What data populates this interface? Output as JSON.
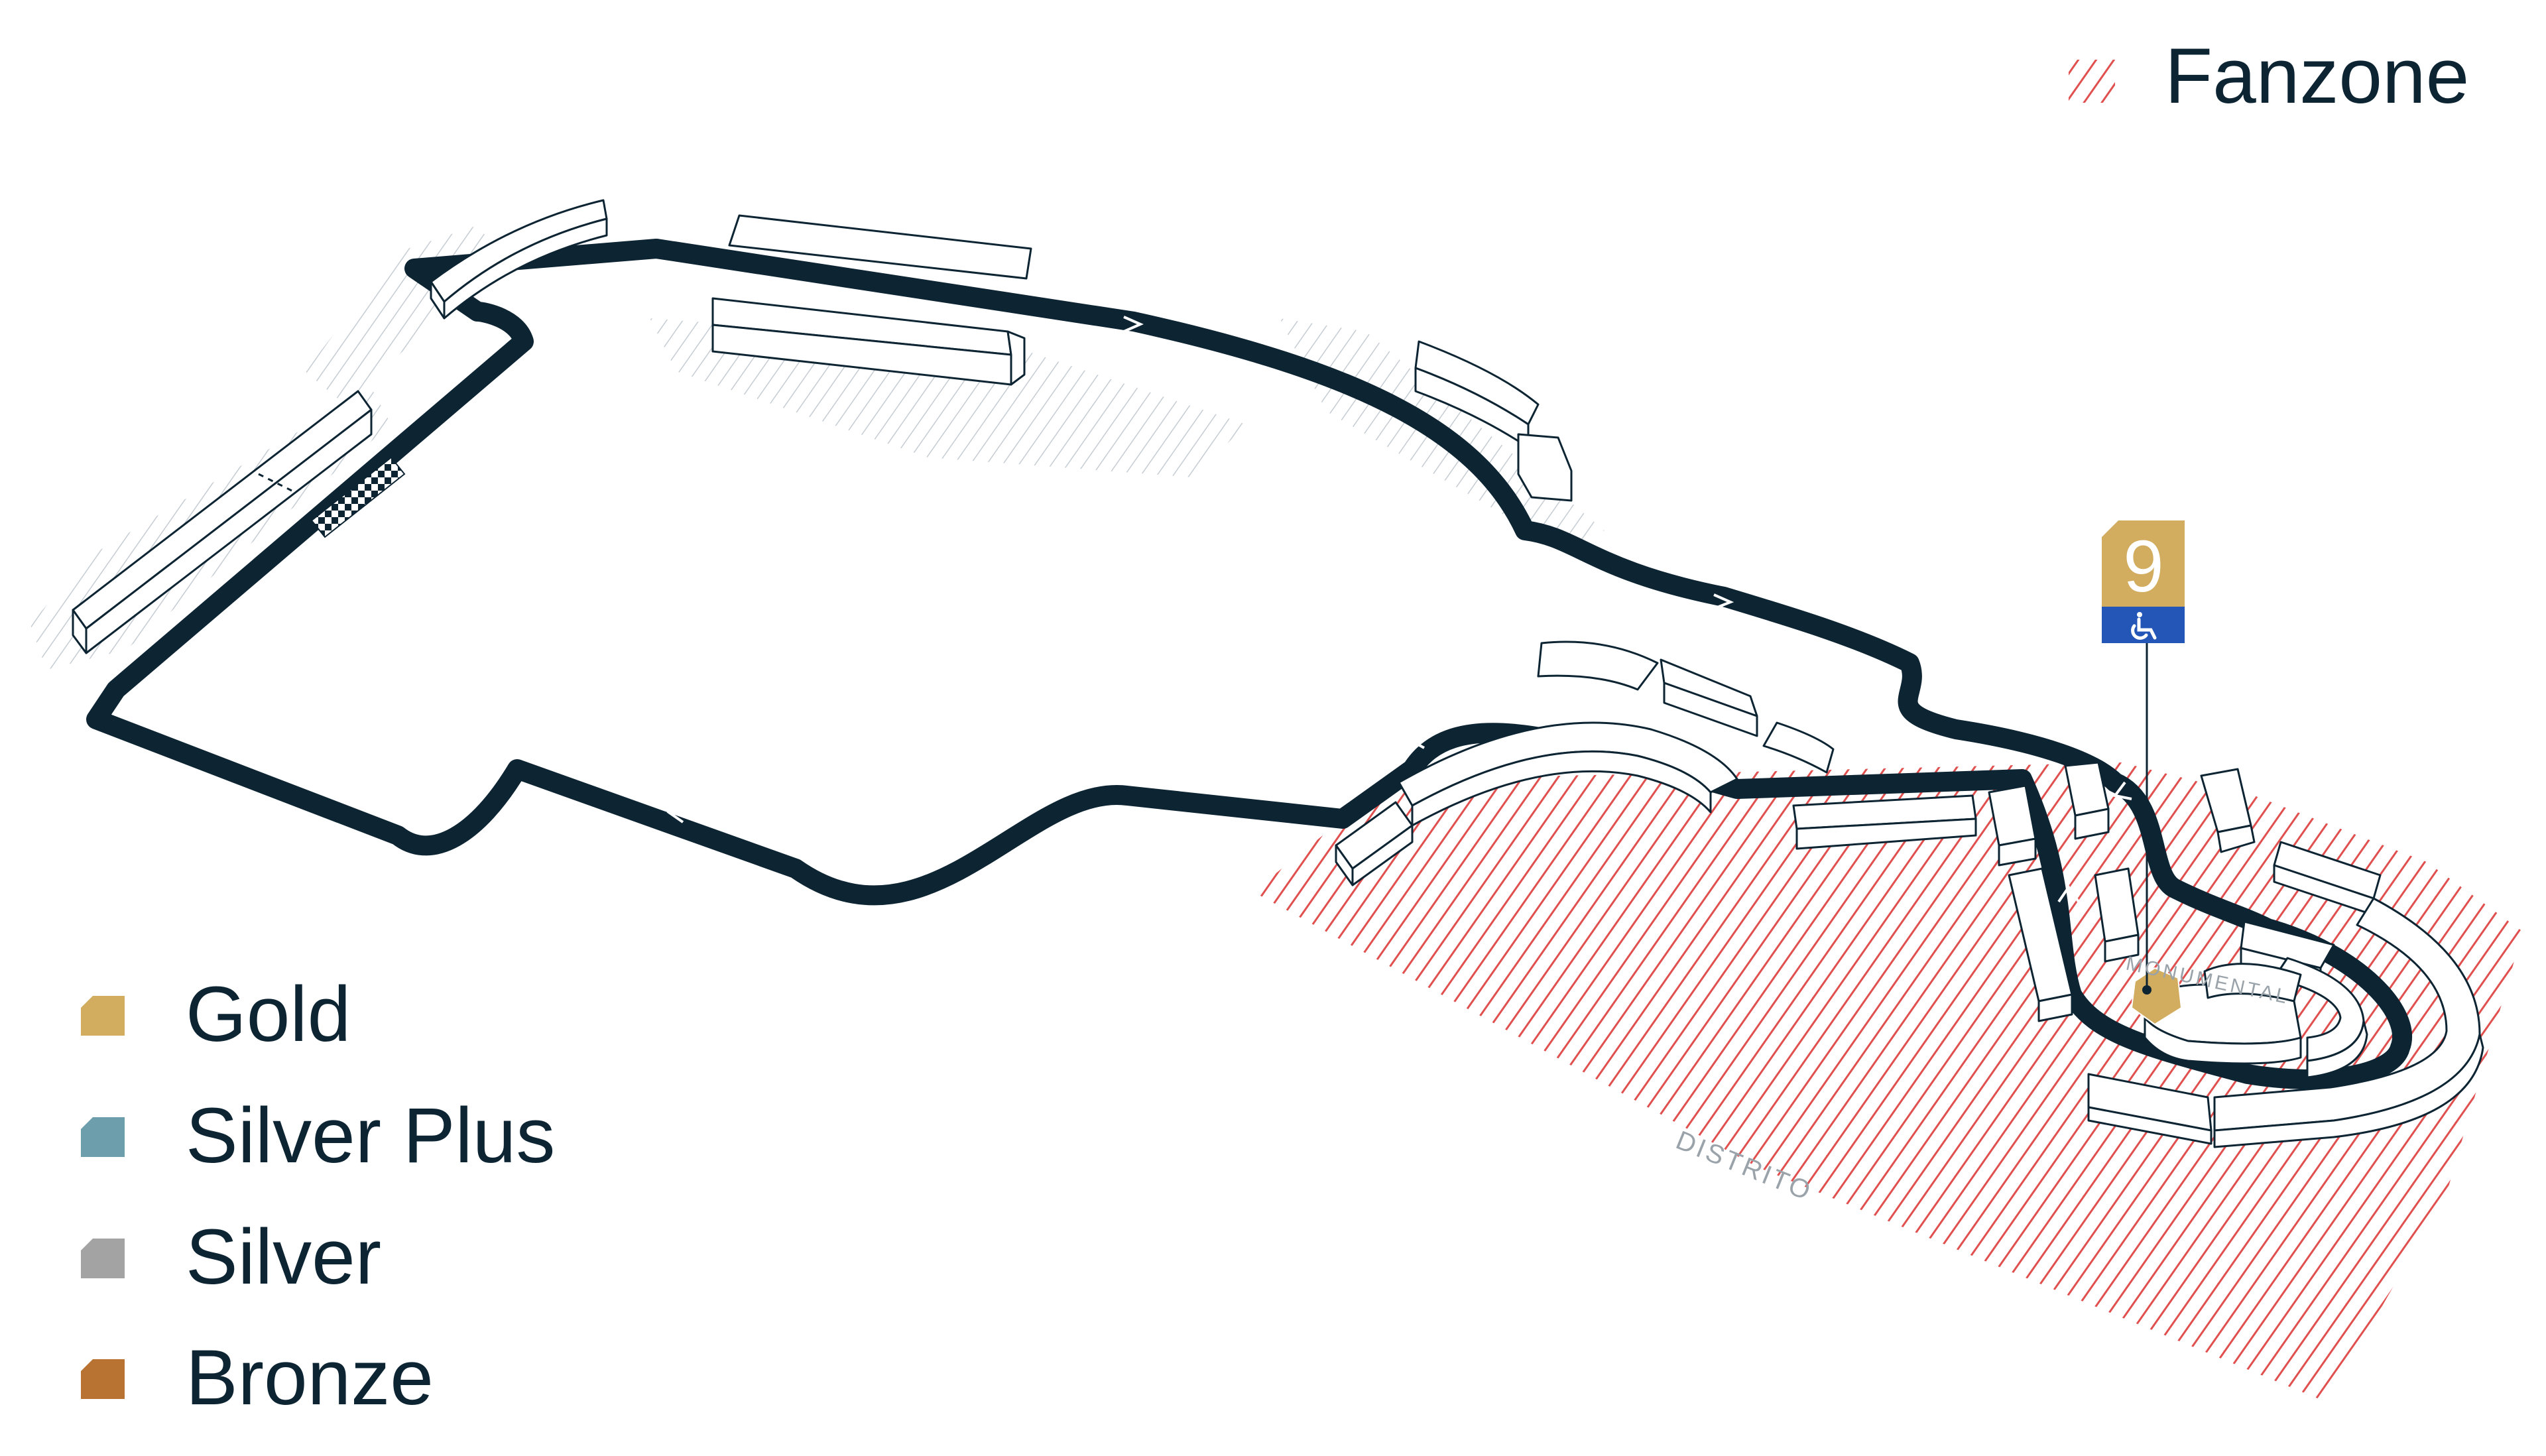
{
  "fanzone": {
    "label": "Fanzone",
    "color": "#e0504f"
  },
  "legend": [
    {
      "label": "Gold",
      "color": "#d2ac5f"
    },
    {
      "label": "Silver Plus",
      "color": "#6d9eab"
    },
    {
      "label": "Silver",
      "color": "#a3a3a3"
    },
    {
      "label": "Bronze",
      "color": "#b87333"
    }
  ],
  "track_color": "#0d2433",
  "area_labels": {
    "distrito": "DISTRITO",
    "monumental": "MONUMENTAL"
  },
  "marker": {
    "number": "9",
    "wheelchair_icon": "wheelchair-icon",
    "gold_color": "#d2ac5f",
    "access_color": "#2456b8"
  }
}
